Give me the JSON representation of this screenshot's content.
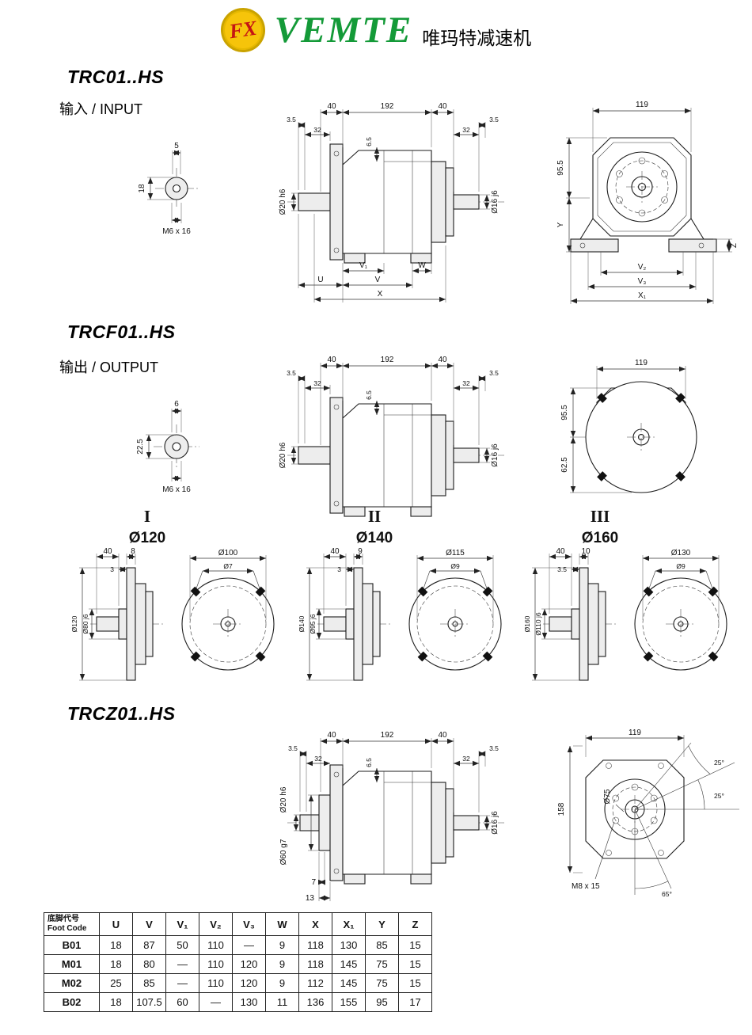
{
  "brand": {
    "logo_mark": "FX",
    "logo_text": "VEMTE",
    "logo_sub": "唯玛特减速机",
    "logo_color": "#149a38"
  },
  "sections": {
    "trc": {
      "title": "TRC01..HS",
      "subtitle": "输入 / INPUT",
      "shaft": {
        "len": "5",
        "dia": "18",
        "thread": "M6 x 16"
      },
      "side": {
        "a40l": "40",
        "a192": "192",
        "a40r": "40",
        "b35l": "3.5",
        "b32l": "32",
        "b32r": "32",
        "b35r": "3.5",
        "c65": "6.5",
        "shaft_left": "Ø20 h6",
        "shaft_right": "Ø16 j6",
        "v1": "V₁",
        "w": "W",
        "u": "U",
        "v": "V",
        "x": "X"
      },
      "face": {
        "w119": "119",
        "h955": "95.5",
        "y": "Y",
        "z": "Z",
        "v2": "V₂",
        "v3": "V₃",
        "x1": "X₁"
      }
    },
    "trcf": {
      "title": "TRCF01..HS",
      "subtitle": "输出 / OUTPUT",
      "shaft": {
        "len": "6",
        "dia": "22.5",
        "thread": "M6 x 16"
      },
      "side": {
        "a40l": "40",
        "a192": "192",
        "a40r": "40",
        "b35l": "3.5",
        "b32l": "32",
        "b32r": "32",
        "b35r": "3.5",
        "c65": "6.5",
        "shaft_left": "Ø20 h6",
        "shaft_right": "Ø16 j6"
      },
      "face": {
        "w119": "119",
        "h955": "95.5",
        "h625": "62.5"
      }
    },
    "flanges": {
      "items": [
        {
          "numeral": "I",
          "size": "Ø120",
          "len": "40",
          "thick": "8",
          "gap": "3",
          "bolt_circle": "Ø100",
          "hole": "Ø7",
          "od": "Ø120",
          "spigot": "Ø80 j6"
        },
        {
          "numeral": "II",
          "size": "Ø140",
          "len": "40",
          "thick": "9",
          "gap": "3",
          "bolt_circle": "Ø115",
          "hole": "Ø9",
          "od": "Ø140",
          "spigot": "Ø95 j6"
        },
        {
          "numeral": "III",
          "size": "Ø160",
          "len": "40",
          "thick": "10",
          "gap": "3.5",
          "bolt_circle": "Ø130",
          "hole": "Ø9",
          "od": "Ø160",
          "spigot": "Ø110 j6"
        }
      ]
    },
    "trcz": {
      "title": "TRCZ01..HS",
      "side": {
        "a40l": "40",
        "a192": "192",
        "a40r": "40",
        "b35l": "3.5",
        "b32l": "32",
        "b32r": "32",
        "b35r": "3.5",
        "c65": "6.5",
        "shaft_left": "Ø20 h6",
        "shaft_right": "Ø16 j6",
        "hub": "Ø60 g7",
        "d7": "7",
        "d13": "13"
      },
      "face": {
        "w119": "119",
        "h158": "158",
        "dia": "Ø75",
        "ang1": "25°",
        "ang2": "25°",
        "ang3": "65°",
        "thread": "M8 x 15"
      }
    }
  },
  "table": {
    "header_cn": "底脚代号",
    "header_en": "Foot Code",
    "columns": [
      "U",
      "V",
      "V₁",
      "V₂",
      "V₃",
      "W",
      "X",
      "X₁",
      "Y",
      "Z"
    ],
    "rows": [
      {
        "code": "B01",
        "values": [
          "18",
          "87",
          "50",
          "110",
          "—",
          "9",
          "118",
          "130",
          "85",
          "15"
        ]
      },
      {
        "code": "M01",
        "values": [
          "18",
          "80",
          "—",
          "110",
          "120",
          "9",
          "118",
          "145",
          "75",
          "15"
        ]
      },
      {
        "code": "M02",
        "values": [
          "25",
          "85",
          "—",
          "110",
          "120",
          "9",
          "112",
          "145",
          "75",
          "15"
        ]
      },
      {
        "code": "B02",
        "values": [
          "18",
          "107.5",
          "60",
          "—",
          "130",
          "11",
          "136",
          "155",
          "95",
          "17"
        ]
      }
    ]
  }
}
